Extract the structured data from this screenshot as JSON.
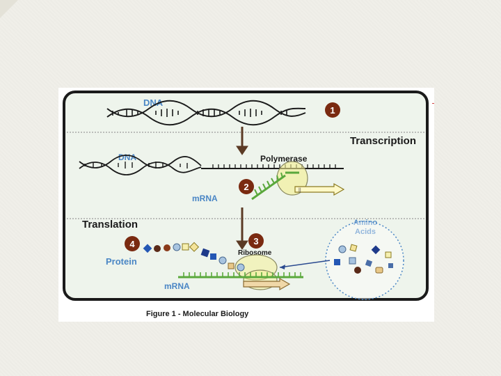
{
  "diagram": {
    "step_numbers": [
      "1",
      "2",
      "3",
      "4"
    ],
    "labels": {
      "dna_top": "DNA",
      "dna_transcription": "DNA",
      "transcription": "Transcription",
      "polymerase": "Polymerase",
      "mrna_transcription": "mRNA",
      "translation": "Translation",
      "amino_acids_line1": "Amino",
      "amino_acids_line2": "Acids",
      "ribosome": "Ribosome",
      "protein": "Protein",
      "mrna_translation": "mRNA"
    },
    "caption": "Figure 1 - Molecular Biology"
  },
  "colors": {
    "frame_fill": "#eef4ec",
    "frame_border": "#1a1a1a",
    "label_blue": "#4a86c5",
    "step_circle": "#7a2a10",
    "arrow_brown": "#5b3a24",
    "mrna_green": "#5aa83c",
    "polymerase_yellow": "#f3ef90"
  }
}
